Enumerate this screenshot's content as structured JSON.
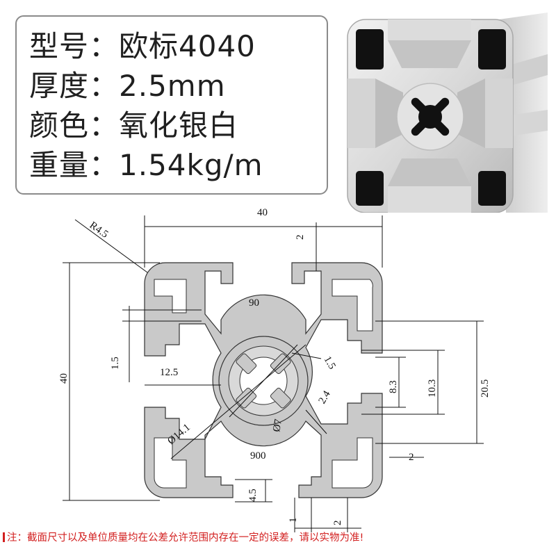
{
  "spec": {
    "rows": [
      {
        "label": "型号：",
        "value": "欧标4040"
      },
      {
        "label": "厚度：",
        "value": "2.5mm"
      },
      {
        "label": "颜色：",
        "value": "氧化银白"
      },
      {
        "label": "重量：",
        "value": "1.54kg/m"
      }
    ]
  },
  "drawing": {
    "dims": {
      "width_top": "40",
      "height_left": "40",
      "radius": "R4.5",
      "slot_top": "2",
      "angle_top": "90",
      "angle_bottom": "900",
      "slot_width": "1.5",
      "slot_depth": "12.5",
      "wall_diag": "1.5",
      "diag": "2.4",
      "dia_center": "Ø7",
      "dia_outer": "Ø14.1",
      "h_inner": "8.3",
      "h_mid": "10.3",
      "h_outer": "20.5",
      "right_gap": "2",
      "bottom_slot": "4.5",
      "bottom_1": "1",
      "bottom_2": "2"
    }
  },
  "note": {
    "text": "注：截面尺寸以及单位质量均在公差允许范围内存在一定的误差，请以实物为准!"
  }
}
